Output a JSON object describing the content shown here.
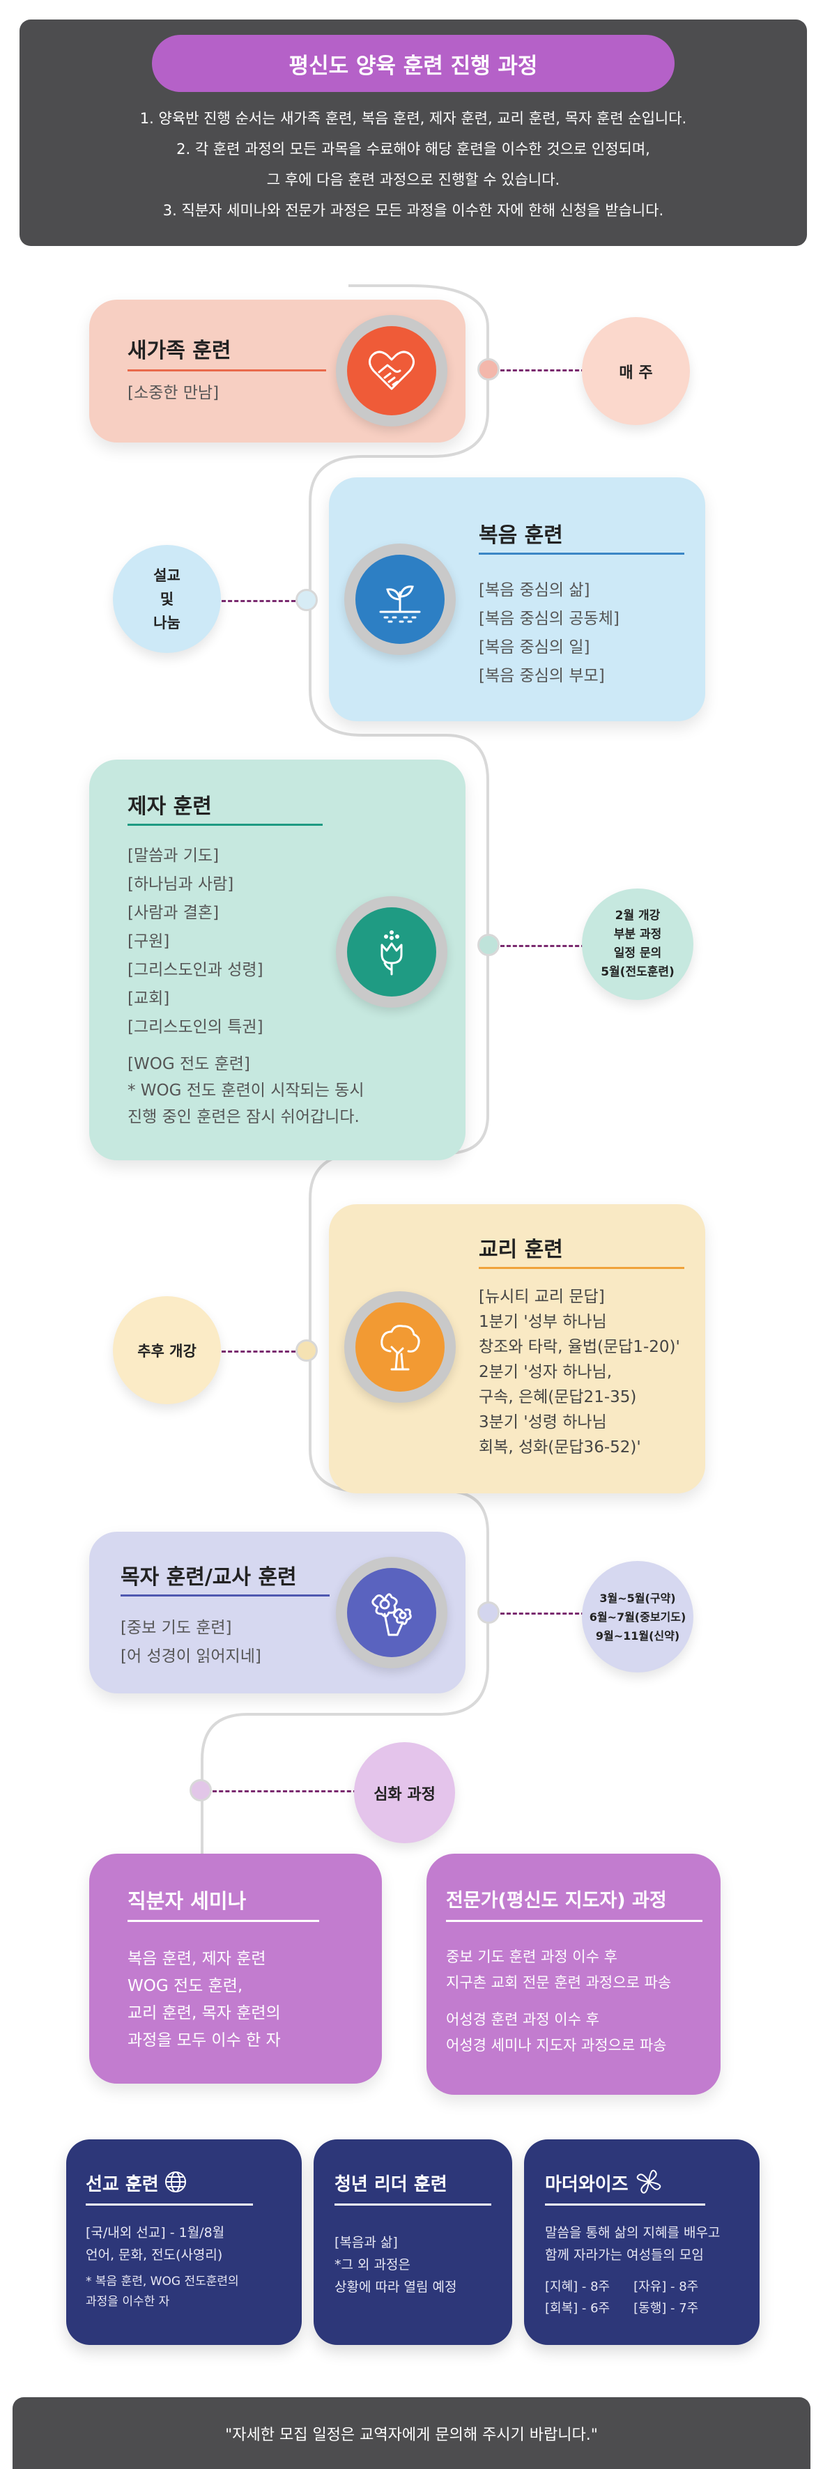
{
  "header": {
    "title": "평신도 양육 훈련 진행 과정",
    "lines": [
      "1. 양육반 진행 순서는 새가족 훈련, 복음 훈련, 제자 훈련, 교리 훈련, 목자 훈련 순입니다.",
      "2. 각 훈련 과정의 모든 과목을 수료해야 해당 훈련을 이수한 것으로 인정되며,",
      "그 후에 다음 훈련 과정으로 진행할 수 있습니다.",
      "3. 직분자 세미나와 전문가 과정은 모든 과정을 이수한 자에 한해 신청을 받습니다."
    ]
  },
  "new_family": {
    "title": "새가족 훈련",
    "lines": [
      "[소중한 만남]"
    ],
    "schedule": "매 주",
    "icon": "heart-handshake-icon",
    "color": "#f7cfc2"
  },
  "gospel": {
    "title": "복음 훈련",
    "lines": [
      "[복음 중심의 삶]",
      "[복음 중심의 공동체]",
      "[복음 중심의 일]",
      "[복음 중심의 부모]"
    ],
    "schedule": [
      "설교",
      "및",
      "나눔"
    ],
    "icon": "sprout-icon",
    "color": "#cde9f7"
  },
  "disciple": {
    "title": "제자 훈련",
    "lines": [
      "[말씀과 기도]",
      "[하나님과 사람]",
      "[사람과 결혼]",
      "[구원]",
      "[그리스도인과 성령]",
      "[교회]",
      "[그리스도인의 특권]"
    ],
    "extra": [
      "[WOG 전도 훈련]",
      "* WOG 전도 훈련이 시작되는 동시",
      "진행 중인 훈련은 잠시 쉬어갑니다."
    ],
    "schedule": [
      "2월 개강",
      "부분 과정",
      "일정 문의",
      "5월(전도훈련)"
    ],
    "icon": "tulip-icon",
    "color": "#c6e8df"
  },
  "doctrine": {
    "title": "교리 훈련",
    "lines": [
      "[뉴시티 교리 문답]",
      "1분기 '성부 하나님",
      "창조와 타락, 율법(문답1-20)'",
      "2분기 '성자 하나님,",
      "구속, 은혜(문답21-35)",
      "3분기 '성령 하나님",
      "회복, 성화(문답36-52)'"
    ],
    "schedule": "추후 개강",
    "icon": "tree-icon",
    "color": "#f9e9c4"
  },
  "shepherd": {
    "title": "목자 훈련/교사 훈련",
    "lines": [
      "[중보 기도 훈련]",
      "[어 성경이 읽어지네]"
    ],
    "schedule": [
      "3월~5월(구약)",
      "6월~7월(중보기도)",
      "9월~11월(신약)"
    ],
    "icon": "flowers-icon",
    "color": "#d6d8f0"
  },
  "advanced": {
    "label": "심화 과정",
    "officer": {
      "title": "직분자 세미나",
      "lines": [
        "복음 훈련, 제자 훈련",
        "WOG 전도 훈련,",
        "교리 훈련, 목자 훈련의",
        "과정을 모두 이수 한 자"
      ]
    },
    "expert": {
      "title": "전문가(평신도 지도자) 과정",
      "lines1": [
        "중보 기도 훈련 과정 이수 후",
        "지구촌 교회 전문 훈련 과정으로 파송"
      ],
      "lines2": [
        "어성경 훈련 과정 이수 후",
        "어성경 세미나 지도자 과정으로 파송"
      ]
    }
  },
  "bottom": {
    "mission": {
      "title": "선교 훈련",
      "icon": "globe-icon",
      "lines": [
        "[국/내외 선교] - 1월/8월",
        "언어, 문화, 전도(사영리)"
      ],
      "note": [
        "* 복음 훈련, WOG 전도훈련의",
        "과정을 이수한 자"
      ]
    },
    "youth": {
      "title": "청년 리더 훈련",
      "lines": [
        "[복음과 삶]",
        "*그 외 과정은",
        "상황에 따라 열림 예정"
      ]
    },
    "mother": {
      "title": "마더와이즈",
      "icon": "flower-knot-icon",
      "lines": [
        "말씀을 통해 삶의 지혜를 배우고",
        "함께 자라가는 여성들의 모임"
      ],
      "grid": [
        "[지혜] - 8주",
        "[자유] - 8주",
        "[회복] - 6주",
        "[동행] - 7주"
      ]
    }
  },
  "footer": "\"자세한 모집 일정은 교역자에게 문의해 주시기 바랍니다.\""
}
